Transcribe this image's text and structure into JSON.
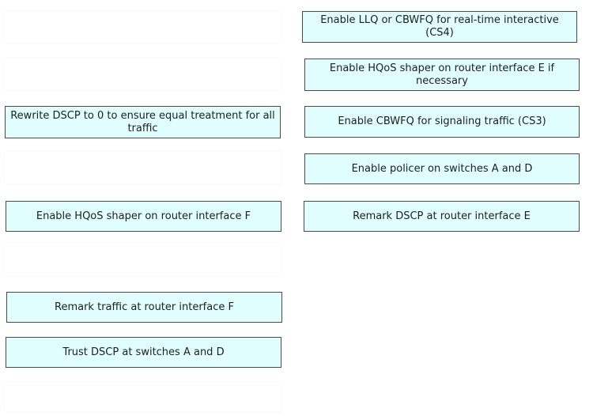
{
  "left_column": [
    {
      "text": "Rewrite DSCP to 0 to ensure equal treatment for all traffic"
    },
    {
      "text": "Enable HQoS shaper on router interface F"
    },
    {
      "text": "Remark traffic at router interface F"
    },
    {
      "text": "Trust DSCP at switches A and D"
    }
  ],
  "right_column": [
    {
      "text": "Enable LLQ or CBWFQ for real-time interactive (CS4)"
    },
    {
      "text": "Enable HQoS shaper on router interface E if necessary"
    },
    {
      "text": "Enable CBWFQ for signaling traffic (CS3)"
    },
    {
      "text": "Enable policer on switches A and D"
    },
    {
      "text": "Remark DSCP at router interface E"
    }
  ],
  "colors": {
    "item_background": "#e0fefe",
    "item_border": "#4a4a4a",
    "text": "#202020"
  }
}
